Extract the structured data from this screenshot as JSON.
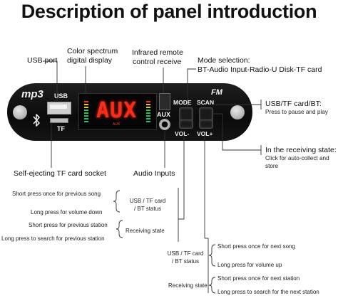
{
  "title": "Description of panel introduction",
  "callouts": {
    "usb_port": "USB port",
    "color_spectrum": [
      "Color spectrum",
      "digital display"
    ],
    "infrared": [
      "Infrared remote",
      "control receive"
    ],
    "mode_selection": [
      "Mode selection:",
      "BT-Audio Input-Radio-U Disk-TF card"
    ],
    "usb_tf_bt": [
      "USB/TF card/BT:",
      "Press to pause and play"
    ],
    "receiving_state": [
      "In the receiving state:",
      "Click for auto-collect and",
      "store"
    ],
    "tf_socket": "Self-ejecting TF card socket",
    "audio_inputs": "Audio Inputs"
  },
  "panel_labels": {
    "mp3": "mp3",
    "usb": "USB",
    "tf": "TF",
    "fm": "FM",
    "aux": "AUX",
    "mode": "MODE",
    "scan": "SCAN",
    "vol_minus": "VOL-",
    "vol_plus": "VOL+",
    "display_text": "AUX",
    "display_small": "AUX"
  },
  "vol_minus_block": {
    "group1_label": [
      "USB / TF card",
      "/ BT status"
    ],
    "group1_items": [
      "Short press once for previous song",
      "Long press for volume down"
    ],
    "group2_label": "Receiving state",
    "group2_items": [
      "Short press for previous station",
      "Long press to search for previous station"
    ]
  },
  "vol_plus_block": {
    "group1_label": [
      "USB / TF card",
      "/ BT status"
    ],
    "group1_items": [
      "Short press once for next song",
      "Long press for volume up"
    ],
    "group2_label": "Receiving state",
    "group2_items": [
      "Short press once for next station",
      "Long press to search for the next station"
    ]
  },
  "colors": {
    "callout_line": "#333333",
    "lcd_red": "#ff2a1a",
    "spectrum_green": "#22c55e",
    "spectrum_yellow": "#f5c518",
    "spectrum_red": "#ef3b2c",
    "panel_black": "#111111"
  },
  "icons": [
    "bluetooth-icon"
  ]
}
